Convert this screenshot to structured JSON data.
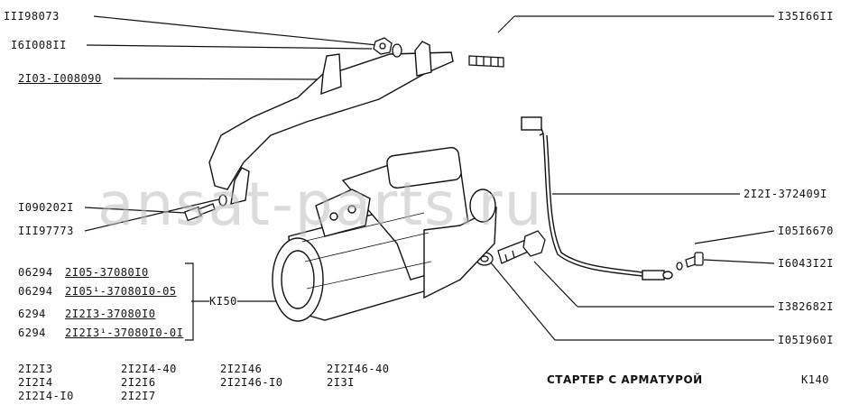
{
  "watermark": "ansat-parts.ru",
  "callouts": {
    "c1": "III98073",
    "c2": "I6I008II",
    "c3": "2I03-I008090",
    "c4": "I35I66II",
    "c5": "I090202I",
    "c6": "III97773",
    "c7": "2I2I-372409I",
    "c8": "I05I6670",
    "c9": "I6043I2I",
    "c10": "KI50",
    "c11": "I382682I",
    "c12": "I05I960I"
  },
  "starter_list": [
    {
      "code": "06294",
      "part": "2I05-37080I0"
    },
    {
      "code": "06294",
      "part": "2I05¹-37080I0-05"
    },
    {
      "code": "6294",
      "part": "2I2I3-37080I0"
    },
    {
      "code": "6294",
      "part": "2I2I3¹-37080I0-0I"
    }
  ],
  "models": {
    "col1": [
      "2I2I3",
      "2I2I4",
      "2I2I4-I0"
    ],
    "col2": [
      "2I2I4-40",
      "2I2I6",
      "2I2I7"
    ],
    "col3": [
      "2I2I46",
      "2I2I46-I0"
    ],
    "col4": [
      "2I2I46-40",
      "2I3I"
    ]
  },
  "title": "СТАРТЕР С АРМАТУРОЙ",
  "page_code": "K140"
}
